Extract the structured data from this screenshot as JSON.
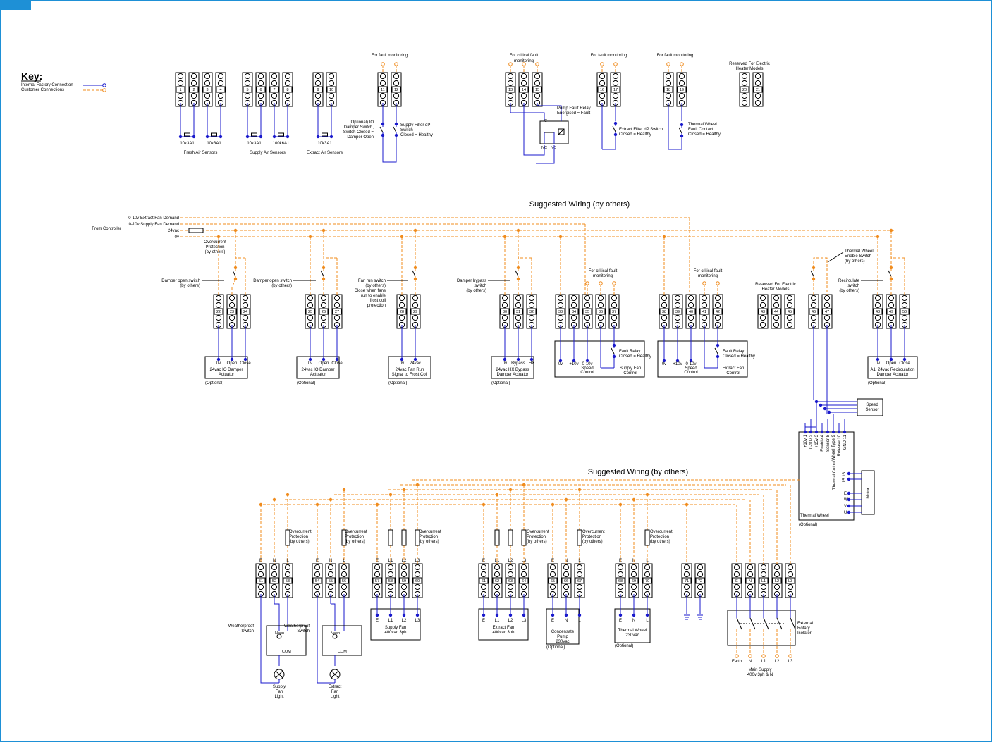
{
  "colors": {
    "factory": "#1a1acc",
    "customer": "#f08c1e",
    "frame": "#1e90d6"
  },
  "key": {
    "title": "Key:",
    "internal": "Internal Factory Connection",
    "customer": "Customer Connections"
  },
  "headings": {
    "wiring1": "Suggested Wiring  (by others)",
    "wiring2": "Suggested Wiring  (by others)"
  },
  "sensors": {
    "fresh_ids": [
      "1",
      "2",
      "3",
      "4"
    ],
    "supply_ids": [
      "5",
      "6",
      "7",
      "8"
    ],
    "extract_ids": [
      "9",
      "10"
    ],
    "fresh_vals": [
      "10k3A1",
      "10k3A1"
    ],
    "supply_vals": [
      "10k3A1",
      "100k6A1"
    ],
    "extract_val": "10k3A1",
    "fresh_label": "Fresh Air Sensors",
    "supply_label": "Supply Air Sensors",
    "extract_label": "Extract Air Sensors"
  },
  "top": {
    "fault1": "For fault monitoring",
    "crit": [
      "For critical fault",
      "monitoring"
    ],
    "fault2": "For fault monitoring",
    "fault3": "For fault monitoring",
    "reserved": [
      "Reserved For Electric",
      "Heater Models"
    ],
    "t11_12": [
      "11",
      "12"
    ],
    "t13_15": [
      "13",
      "14",
      "15"
    ],
    "t16_17": [
      "16",
      "17"
    ],
    "t18_19": [
      "18",
      "19"
    ],
    "t20_21": [
      "20",
      "21"
    ],
    "damper": [
      "(Optional) IO",
      "Damper Switch,",
      "Switch Closed =",
      "Damper Open"
    ],
    "filter": [
      "Supply Filter dP",
      "Switch",
      "Closed = Healthy"
    ],
    "pump": [
      "Pump Fault Relay",
      "Energised = Fault"
    ],
    "relay_c": "C",
    "relay_nc": "NC",
    "relay_no": "NO",
    "extract_filter": [
      "Extract Filter dP Switch",
      "Closed = Healthy"
    ],
    "thermal_fault": [
      "Thermal Wheel",
      "Fault Contact",
      "Closed = Healthy"
    ]
  },
  "control": {
    "extract_demand": "0-10v Extract Fan Demand",
    "supply_demand": "0-10v Supply Fan Demand",
    "v24": "24vac",
    "v0": "0v",
    "from": "From Controller",
    "overcurrent": [
      "Overcurrent",
      "Protection",
      "(by others)"
    ],
    "damper_sw": [
      "Damper open switch",
      "(by others)"
    ],
    "fan_run": [
      "Fan run switch",
      "(by others)",
      "Close when fans",
      "run to enable",
      "frost coil",
      "protection"
    ],
    "bypass_sw": [
      "Damper bypass",
      "switch",
      "(by others)"
    ],
    "crit": [
      "For critical fault",
      "monitoring"
    ],
    "reserved": [
      "Reserved For Electric",
      "Heater Models"
    ],
    "thermal_enable": [
      "Thermal Wheel",
      "Enable Switch",
      "(by others)"
    ],
    "recirc": [
      "Recirculate",
      "switch",
      "(by others)"
    ],
    "groups": [
      {
        "ids": [
          "22",
          "23",
          "24"
        ],
        "box": [
          "0v",
          "Open",
          "Close"
        ],
        "name": [
          "24vac IO Damper",
          "Actuator"
        ]
      },
      {
        "ids": [
          "25",
          "26",
          "27"
        ],
        "box": [
          "0v",
          "Open",
          "Close"
        ],
        "name": [
          "24vac IO Damper",
          "Actuator"
        ]
      },
      {
        "ids": [
          "28",
          "29"
        ],
        "box": [
          "0v",
          "24vac"
        ],
        "name": [
          "24vac Fan Run",
          "Signal to Frost Coil"
        ]
      },
      {
        "ids": [
          "30",
          "31",
          "32"
        ],
        "box": [
          "0v",
          "Bypass",
          "HX"
        ],
        "name": [
          "24vac HX Bypass",
          "Damper Actuator"
        ]
      },
      {
        "ids": [
          "33",
          "34",
          "35",
          "36",
          "37"
        ],
        "box": [
          "0v",
          "+10v",
          "0-10v",
          "Speed",
          "Control"
        ],
        "name": [
          "Supply Fan",
          "Control"
        ]
      },
      {
        "ids": [
          "38",
          "39",
          "40",
          "41",
          "42"
        ],
        "box": [
          "0v",
          "+10v",
          "0-10v",
          "Speed",
          "Control"
        ],
        "name": [
          "Extract Fan",
          "Control"
        ]
      },
      {
        "ids": [
          "43",
          "44",
          "45"
        ]
      },
      {
        "ids": [
          "46",
          "47"
        ]
      },
      {
        "ids": [
          "48",
          "49",
          "50"
        ],
        "box": [
          "0v",
          "Open",
          "Close"
        ],
        "name": [
          "A1: 24vac Recirculation",
          "Damper Actuator"
        ]
      }
    ],
    "fault_relay": [
      "Fault Relay",
      "Closed = Healthy"
    ],
    "optional": "(Optional)",
    "speed_sensor": [
      "Speed",
      "Sensor"
    ],
    "tw_pins": [
      "+10v  1",
      "0-10v  2",
      "+15v  3",
      "Enable  4",
      "Sensor  8",
      "Wheel Type  9",
      "Release  10",
      "GND  11"
    ],
    "tw_right": [
      "Thermal",
      "Cutout",
      "15 16",
      "E",
      "W",
      "V",
      "U"
    ],
    "motor": "Motor",
    "thermal_wheel": "Thermal Wheel"
  },
  "power": {
    "overcurrent": [
      "Overcurrent",
      "Protection",
      "(by others)"
    ],
    "groups": [
      {
        "ids": [
          "51",
          "52",
          "53"
        ],
        "hdr": [
          "E",
          "N",
          "L"
        ]
      },
      {
        "ids": [
          "54",
          "55",
          "56"
        ],
        "hdr": [
          "E",
          "N",
          "L"
        ]
      },
      {
        "ids": [
          "57",
          "58",
          "59",
          "60"
        ],
        "hdr": [
          "E",
          "L1",
          "L2",
          "L3"
        ],
        "box": [
          "E",
          "L1",
          "L2",
          "L3"
        ],
        "name": [
          "Supply Fan",
          "400vac 3ph"
        ]
      },
      {
        "ids": [
          "61",
          "62",
          "63",
          "64"
        ],
        "hdr": [
          "E",
          "L1",
          "L2",
          "L3"
        ],
        "box": [
          "E",
          "L1",
          "L2",
          "L3"
        ],
        "name": [
          "Extract Fan",
          "400vac 3ph"
        ]
      },
      {
        "ids": [
          "65",
          "66",
          "67"
        ],
        "hdr": [
          "E",
          "N",
          "L"
        ],
        "box": [
          "E",
          "N",
          "L"
        ],
        "name": [
          "Condensate",
          "Pump",
          "230vac"
        ]
      },
      {
        "ids": [
          "68",
          "69",
          "70"
        ],
        "hdr": [
          "E",
          "N",
          "L"
        ],
        "box": [
          "E",
          "N",
          "L"
        ],
        "name": [
          "Thermal Wheel",
          "230vac"
        ]
      },
      {
        "ids": [
          "71",
          "72"
        ]
      },
      {
        "ids": [
          "E",
          "N",
          "L1",
          "L2",
          "L3"
        ]
      }
    ],
    "weather": [
      "Weatherproof",
      "Switch"
    ],
    "switch_inner": [
      "Neon",
      "COM"
    ],
    "supply_light": [
      "Supply",
      "Fan",
      "Light"
    ],
    "extract_light": [
      "Extract",
      "Fan",
      "Light"
    ],
    "isolator": [
      "External",
      "Rotary",
      "Isolator"
    ],
    "mains_terms": [
      "Earth",
      "N",
      "L1",
      "L2",
      "L3"
    ],
    "mains": [
      "Main Supply",
      "400v 3ph & N"
    ],
    "optional": "(Optional)"
  }
}
